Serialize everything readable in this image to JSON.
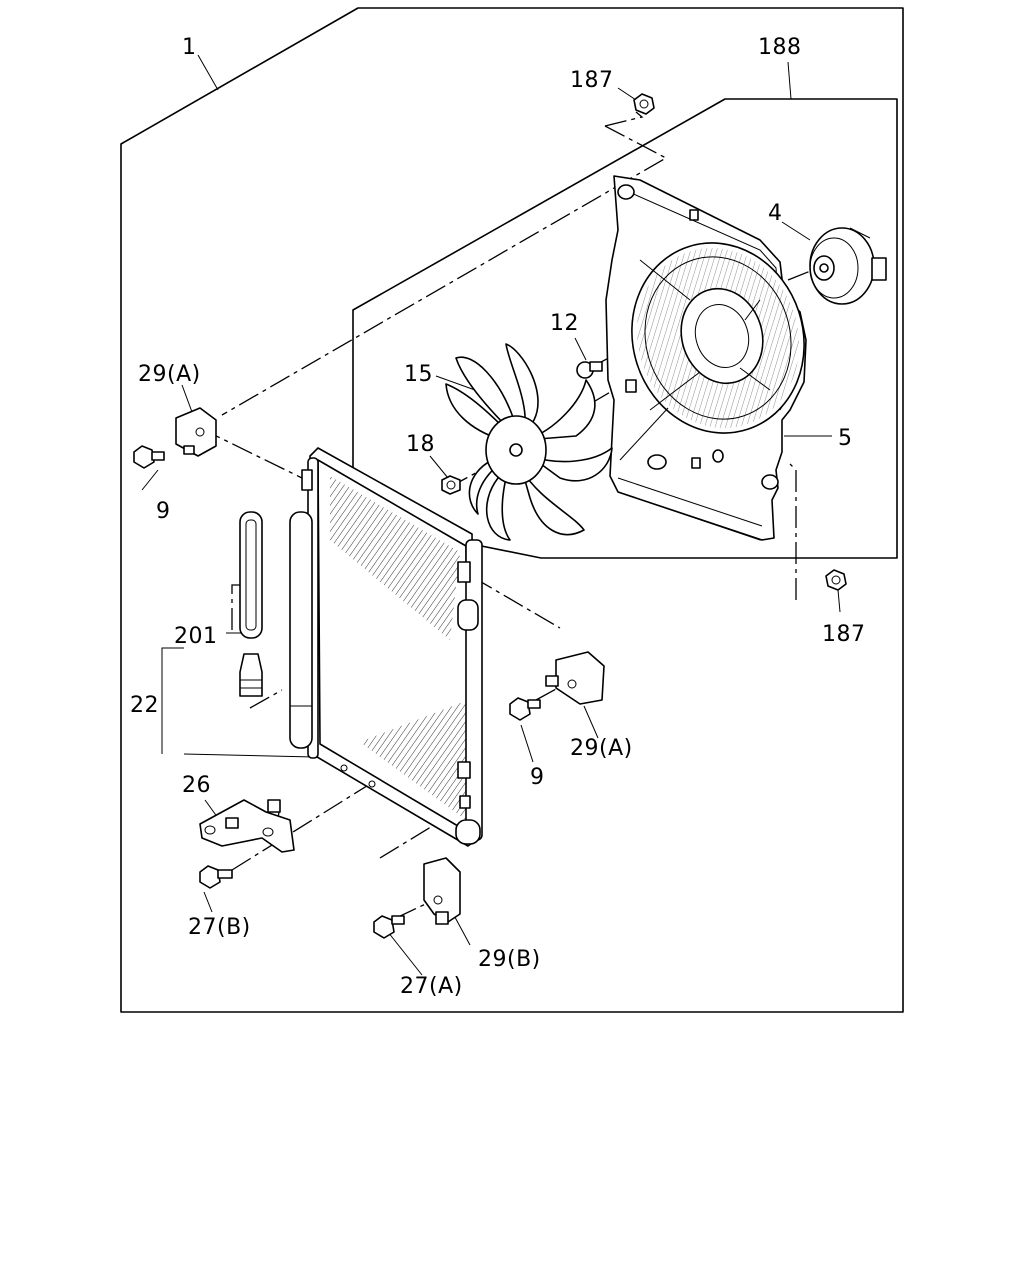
{
  "callouts": {
    "c1": "1",
    "c188": "188",
    "c187_top": "187",
    "c4": "4",
    "c12": "12",
    "c15": "15",
    "c29A_left": "29(A)",
    "c5": "5",
    "c18": "18",
    "c9_left": "9",
    "c187_bottom": "187",
    "c201": "201",
    "c22": "22",
    "c29A_right": "29(A)",
    "c9_right": "9",
    "c26": "26",
    "c27B": "27(B)",
    "c29B": "29(B)",
    "c27A": "27(A)"
  }
}
